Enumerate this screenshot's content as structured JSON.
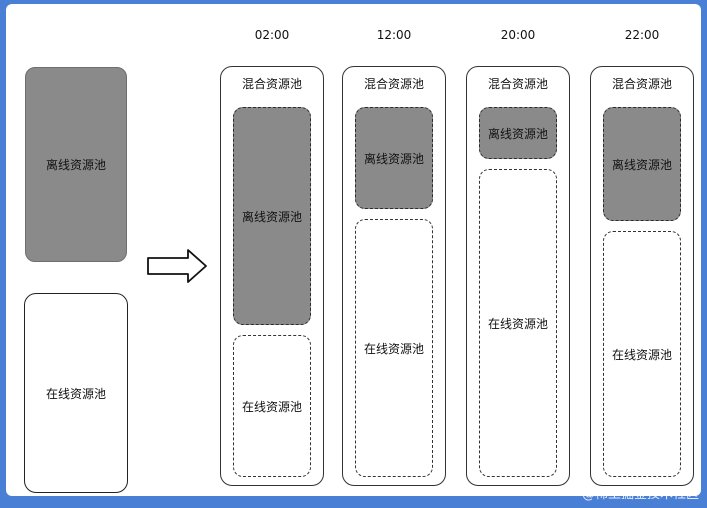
{
  "times": [
    "02:00",
    "12:00",
    "20:00",
    "22:00"
  ],
  "left_offline_label": "离线资源池",
  "left_online_label": "在线资源池",
  "columns": [
    {
      "title": "混合资源池",
      "offline_label": "离线资源池",
      "online_label": "在线资源池"
    },
    {
      "title": "混合资源池",
      "offline_label": "离线资源池",
      "online_label": "在线资源池"
    },
    {
      "title": "混合资源池",
      "offline_label": "离线资源池",
      "online_label": "在线资源池"
    },
    {
      "title": "混合资源池",
      "offline_label": "离线资源池",
      "online_label": "在线资源池"
    }
  ],
  "colors": {
    "offline_fill": "#8a8a8a",
    "frame": "#4a7fd6",
    "canvas": "#ffffff"
  },
  "watermark": "@稀土掘金技术社区"
}
